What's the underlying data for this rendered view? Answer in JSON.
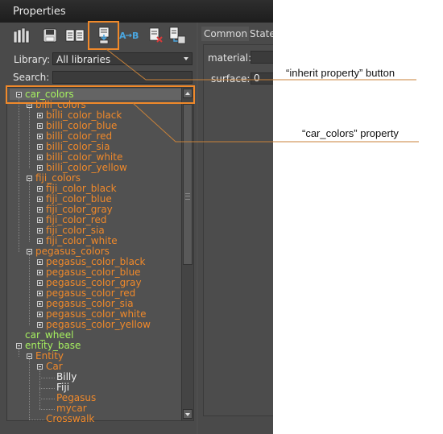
{
  "window": {
    "title": "Properties"
  },
  "toolbar": {
    "buttons": [
      {
        "icon": "library-books-icon"
      },
      {
        "icon": "save-disk-icon"
      },
      {
        "icon": "document-pair-icon"
      },
      {
        "icon": "inherit-property-icon"
      },
      {
        "icon": "rename-ab-icon"
      },
      {
        "icon": "delete-property-icon"
      },
      {
        "icon": "clone-property-icon"
      }
    ]
  },
  "library": {
    "label": "Library:",
    "value": "All libraries"
  },
  "search": {
    "label": "Search:",
    "value": ""
  },
  "tree_nodes": [
    {
      "text": "car_colors",
      "color": "#a6f060",
      "depth": 0,
      "toggle": "minus"
    },
    {
      "text": "billi_colors",
      "color": "#f0892a",
      "depth": 1,
      "toggle": "minus"
    },
    {
      "text": "billi_color_black",
      "color": "#f0892a",
      "depth": 2,
      "toggle": "plus"
    },
    {
      "text": "billi_color_blue",
      "color": "#f0892a",
      "depth": 2,
      "toggle": "plus"
    },
    {
      "text": "billi_color_red",
      "color": "#f0892a",
      "depth": 2,
      "toggle": "plus"
    },
    {
      "text": "billi_color_sia",
      "color": "#f0892a",
      "depth": 2,
      "toggle": "plus"
    },
    {
      "text": "billi_color_white",
      "color": "#f0892a",
      "depth": 2,
      "toggle": "plus"
    },
    {
      "text": "billi_color_yellow",
      "color": "#f0892a",
      "depth": 2,
      "toggle": "plus"
    },
    {
      "text": "fiji_colors",
      "color": "#f0892a",
      "depth": 1,
      "toggle": "minus"
    },
    {
      "text": "fiji_color_black",
      "color": "#f0892a",
      "depth": 2,
      "toggle": "plus"
    },
    {
      "text": "fiji_color_blue",
      "color": "#f0892a",
      "depth": 2,
      "toggle": "plus"
    },
    {
      "text": "fiji_color_gray",
      "color": "#f0892a",
      "depth": 2,
      "toggle": "plus"
    },
    {
      "text": "fiji_color_red",
      "color": "#f0892a",
      "depth": 2,
      "toggle": "plus"
    },
    {
      "text": "fiji_color_sia",
      "color": "#f0892a",
      "depth": 2,
      "toggle": "plus"
    },
    {
      "text": "fiji_color_white",
      "color": "#f0892a",
      "depth": 2,
      "toggle": "plus"
    },
    {
      "text": "pegasus_colors",
      "color": "#f0892a",
      "depth": 1,
      "toggle": "minus"
    },
    {
      "text": "pegasus_color_black",
      "color": "#f0892a",
      "depth": 2,
      "toggle": "plus"
    },
    {
      "text": "pegasus_color_blue",
      "color": "#f0892a",
      "depth": 2,
      "toggle": "plus"
    },
    {
      "text": "pegasus_color_gray",
      "color": "#f0892a",
      "depth": 2,
      "toggle": "plus"
    },
    {
      "text": "pegasus_color_red",
      "color": "#f0892a",
      "depth": 2,
      "toggle": "plus"
    },
    {
      "text": "pegasus_color_sia",
      "color": "#f0892a",
      "depth": 2,
      "toggle": "plus"
    },
    {
      "text": "pegasus_color_white",
      "color": "#f0892a",
      "depth": 2,
      "toggle": "plus"
    },
    {
      "text": "pegasus_color_yellow",
      "color": "#f0892a",
      "depth": 2,
      "toggle": "plus"
    },
    {
      "text": "car_wheel",
      "color": "#a6f060",
      "depth": 0,
      "toggle": "none"
    },
    {
      "text": "entity_base",
      "color": "#a6f060",
      "depth": 0,
      "toggle": "minus"
    },
    {
      "text": "Entity",
      "color": "#f0892a",
      "depth": 1,
      "toggle": "minus"
    },
    {
      "text": "Car",
      "color": "#f0892a",
      "depth": 2,
      "toggle": "minus"
    },
    {
      "text": "Billy",
      "color": "#f2f2f2",
      "depth": 3,
      "toggle": "none"
    },
    {
      "text": "Fiji",
      "color": "#f2f2f2",
      "depth": 3,
      "toggle": "none"
    },
    {
      "text": "Pegasus",
      "color": "#f0892a",
      "depth": 3,
      "toggle": "none"
    },
    {
      "text": "mycar",
      "color": "#f0892a",
      "depth": 3,
      "toggle": "none"
    },
    {
      "text": "Crosswalk",
      "color": "#f0892a",
      "depth": 2,
      "toggle": "none"
    }
  ],
  "tabs": [
    {
      "label": "Common"
    },
    {
      "label": "States"
    }
  ],
  "fields": {
    "material": {
      "label": "material:",
      "value": ""
    },
    "surface": {
      "label": "surface:",
      "value": "0"
    }
  },
  "annotations": {
    "inherit": "“inherit property” button",
    "car_colors": "“car_colors” property"
  },
  "colors": {
    "highlight": "#f0892a",
    "callout_line": "#c8823a",
    "root_node": "#a6f060",
    "child_node": "#f0892a"
  }
}
